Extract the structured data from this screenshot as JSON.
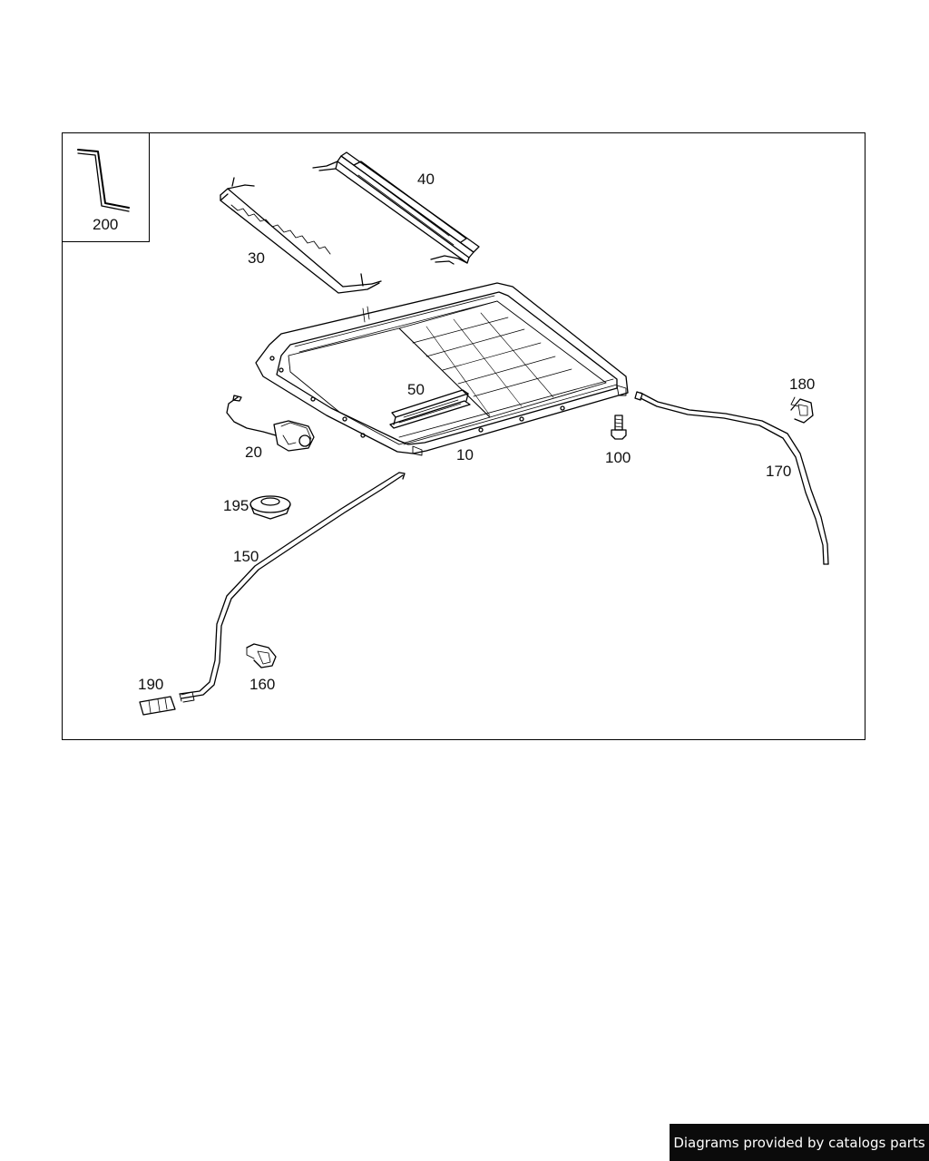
{
  "callouts": {
    "p200": "200",
    "p40": "40",
    "p30": "30",
    "p50": "50",
    "p20": "20",
    "p10": "10",
    "p100": "100",
    "p180": "180",
    "p170": "170",
    "p195": "195",
    "p150": "150",
    "p190": "190",
    "p160": "160"
  },
  "footer": {
    "text": "Diagrams provided by catalogs parts"
  },
  "colors": {
    "line": "#000000",
    "footer_bg": "#0b0b0b",
    "footer_text": "#ffffff"
  }
}
